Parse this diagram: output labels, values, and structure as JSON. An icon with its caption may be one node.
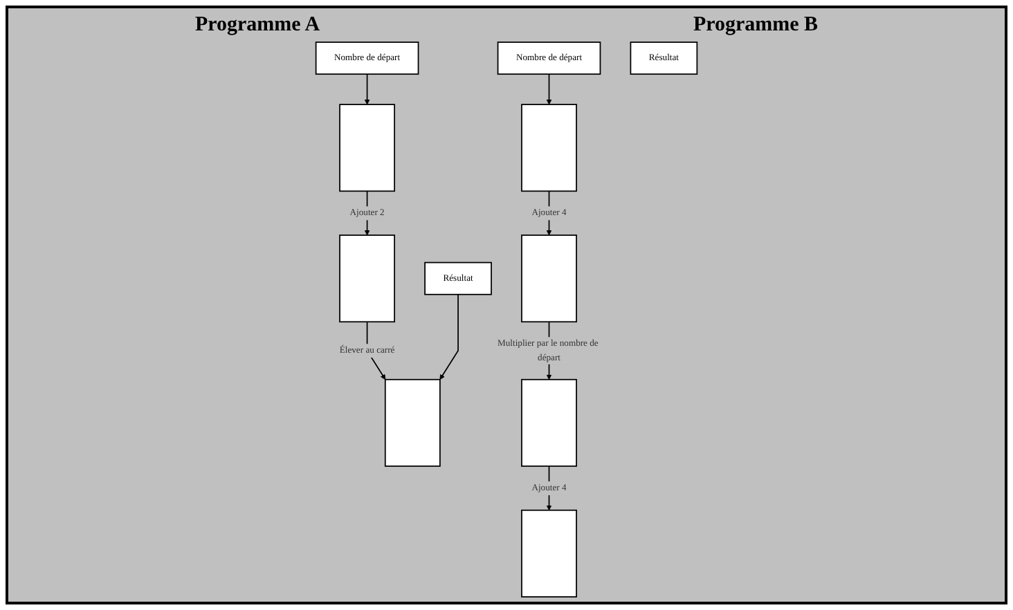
{
  "diagram": {
    "nodes": [
      {
        "text": [
          "Nombre de départ"
        ]
      },
      {
        "text": [],
        "shape": "box"
      },
      {
        "text": [],
        "shape": "box"
      },
      {
        "text": [
          "Résultat"
        ]
      },
      {
        "text": [],
        "shape": "box"
      },
      {
        "text": [
          "Nombre de départ"
        ]
      },
      {
        "text": [],
        "shape": "box"
      },
      {
        "text": [],
        "shape": "box"
      },
      {
        "text": [],
        "shape": "box"
      },
      {
        "text": [
          "Résultat"
        ]
      },
      {
        "text": [],
        "shape": "box"
      }
    ],
    "edges": [
      {
        "from": 0,
        "to": 1,
        "arrow": "to"
      },
      {
        "from": 1,
        "to": 2,
        "arrow": "to",
        "label": "Ajouter 2"
      },
      {
        "from": 2,
        "to": 4,
        "arrow": "to",
        "label": "Élever au carré"
      },
      {
        "from": 3,
        "to": 4,
        "arrow": "to"
      },
      {
        "from": 5,
        "to": 6,
        "arrow": "to"
      },
      {
        "from": 6,
        "to": 7,
        "arrow": "to",
        "label": "Ajouter 4"
      },
      {
        "from": 7,
        "to": 8,
        "arrow": "to",
        "label": "Multiplier par le nombre de départ"
      },
      {
        "from": 8,
        "to": 10,
        "arrow": "to",
        "label": "Ajouter 4"
      }
    ],
    "labels": [
      "Programme A",
      "Programme B"
    ]
  }
}
